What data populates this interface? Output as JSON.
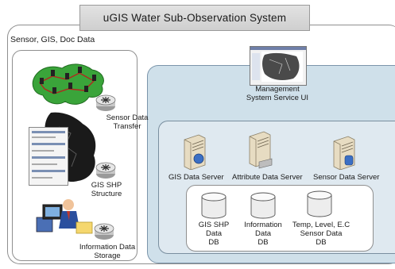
{
  "title": "uGIS Water Sub-Observation System",
  "left_section": {
    "label": "Sensor, GIS, Doc Data",
    "items": [
      {
        "label": "Sensor Data\nTransfer"
      },
      {
        "label": "GIS SHP\nStructure"
      },
      {
        "label": "Information Data\nStorage"
      }
    ]
  },
  "management": {
    "label": "Management\nSystem Service UI"
  },
  "servers": [
    {
      "label": "GIS Data Server"
    },
    {
      "label": "Attribute Data Server"
    },
    {
      "label": "Sensor Data Server"
    }
  ],
  "databases": [
    {
      "label": "GIS SHP\nData\nDB"
    },
    {
      "label": "Information\nData\nDB"
    },
    {
      "label": "Temp, Level, E.C\nSensor Data\nDB"
    }
  ],
  "colors": {
    "panel_blue": "#cfe0ea",
    "inner_blue": "#dfe9f0",
    "map_green": "#3aa43a",
    "server_beige": "#e7dcc2"
  }
}
